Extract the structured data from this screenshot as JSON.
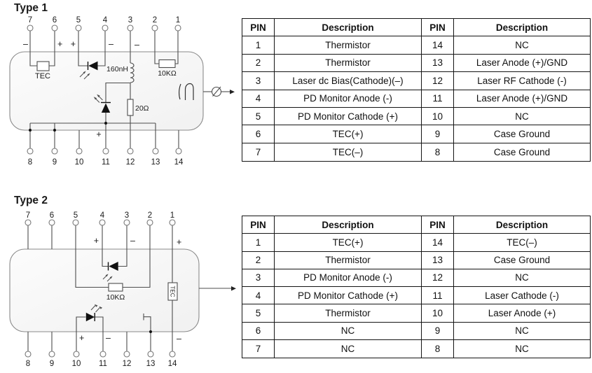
{
  "type1": {
    "title": "Type 1",
    "pins_top": [
      "7",
      "6",
      "5",
      "4",
      "3",
      "2",
      "1"
    ],
    "pins_bottom": [
      "8",
      "9",
      "10",
      "11",
      "12",
      "13",
      "14"
    ],
    "components": {
      "tec": "TEC",
      "inductor": "160nH",
      "thermistor": "10KΩ",
      "damping_resistor": "20Ω"
    },
    "polarity": {
      "p7": "–",
      "p6": "+",
      "p5": "+",
      "p4": "–",
      "p3": "–",
      "p11": "+"
    },
    "table": {
      "headers": [
        "PIN",
        "Description",
        "PIN",
        "Description"
      ],
      "rows": [
        [
          "1",
          "Thermistor",
          "14",
          "NC"
        ],
        [
          "2",
          "Thermistor",
          "13",
          "Laser Anode (+)/GND"
        ],
        [
          "3",
          "Laser dc Bias(Cathode)(–)",
          "12",
          "Laser RF Cathode (-)"
        ],
        [
          "4",
          "PD Monitor Anode (-)",
          "11",
          "Laser Anode (+)/GND"
        ],
        [
          "5",
          "PD Monitor Cathode (+)",
          "10",
          "NC"
        ],
        [
          "6",
          "TEC(+)",
          "9",
          "Case Ground"
        ],
        [
          "7",
          "TEC(–)",
          "8",
          "Case Ground"
        ]
      ]
    }
  },
  "type2": {
    "title": "Type 2",
    "pins_top": [
      "7",
      "6",
      "5",
      "4",
      "3",
      "2",
      "1"
    ],
    "pins_bottom": [
      "8",
      "9",
      "10",
      "11",
      "12",
      "13",
      "14"
    ],
    "components": {
      "thermistor": "10KΩ",
      "tec": "TEC"
    },
    "polarity": {
      "p4": "+",
      "p3": "–",
      "p1": "+",
      "p10": "+",
      "p11": "–",
      "p14": "–"
    },
    "table": {
      "headers": [
        "PIN",
        "Description",
        "PIN",
        "Description"
      ],
      "rows": [
        [
          "1",
          "TEC(+)",
          "14",
          "TEC(–)"
        ],
        [
          "2",
          "Thermistor",
          "13",
          "Case Ground"
        ],
        [
          "3",
          "PD Monitor Anode (-)",
          "12",
          "NC"
        ],
        [
          "4",
          "PD Monitor Cathode (+)",
          "11",
          "Laser Cathode (-)"
        ],
        [
          "5",
          "Thermistor",
          "10",
          "Laser Anode (+)"
        ],
        [
          "6",
          "NC",
          "9",
          "NC"
        ],
        [
          "7",
          "NC",
          "8",
          "NC"
        ]
      ]
    }
  }
}
